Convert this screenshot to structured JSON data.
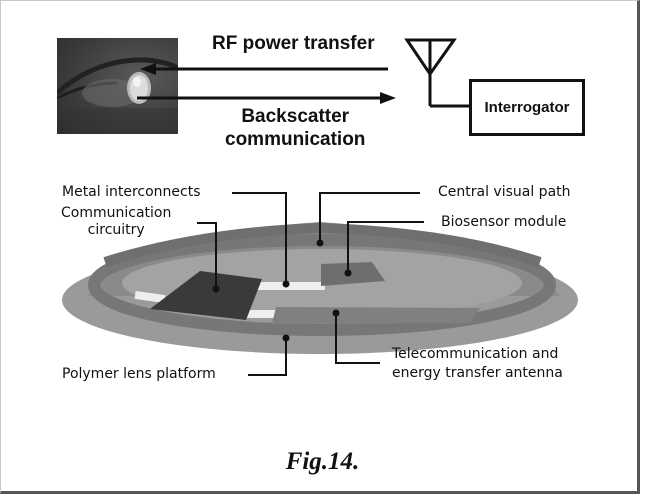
{
  "figure": {
    "caption": "Fig.14.",
    "top_panel": {
      "rf_label": "RF power transfer",
      "backscatter_label_line1": "Backscatter",
      "backscatter_label_line2": "communication",
      "interrogator_label": "Interrogator",
      "eye_photo": "eye-with-contact-lens-photo",
      "antenna_icon": "antenna-icon"
    },
    "lens_panel": {
      "callouts": {
        "metal_interconnects": "Metal interconnects",
        "communication_circuitry_line1": "Communication",
        "communication_circuitry_line2": "circuitry",
        "central_visual_path": "Central visual path",
        "biosensor_module": "Biosensor module",
        "polymer_lens_platform": "Polymer lens platform",
        "antenna_line1": "Telecommunication and",
        "antenna_line2": "energy transfer antenna"
      }
    },
    "colors": {
      "ink": "#111111",
      "lens_base": "#9a9a9a",
      "lens_rim": "#7a7a7a",
      "chip_dark": "#3a3a3a",
      "biosensor": "#6e6e6e",
      "interconnect": "#eeeeee"
    }
  }
}
